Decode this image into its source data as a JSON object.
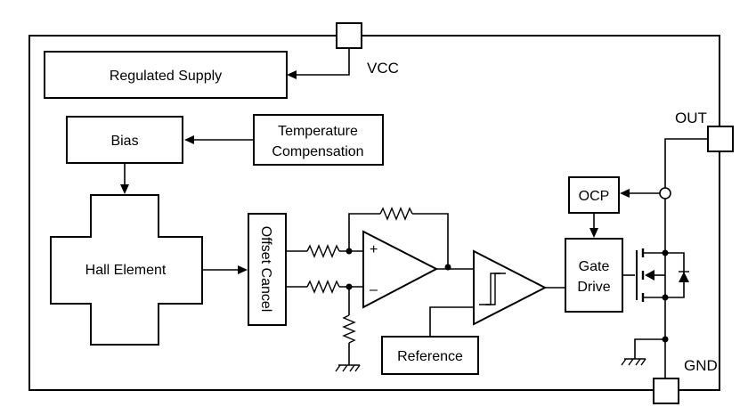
{
  "blocks": {
    "regulated_supply": "Regulated Supply",
    "bias": "Bias",
    "temperature_compensation_line1": "Temperature",
    "temperature_compensation_line2": "Compensation",
    "hall_element": "Hall Element",
    "offset_cancel": "Offset Cancel",
    "reference": "Reference",
    "ocp": "OCP",
    "gate_drive_line1": "Gate",
    "gate_drive_line2": "Drive"
  },
  "pins": {
    "vcc": "VCC",
    "out": "OUT",
    "gnd": "GND"
  },
  "amplifier": {
    "plus": "+",
    "minus": "–"
  }
}
